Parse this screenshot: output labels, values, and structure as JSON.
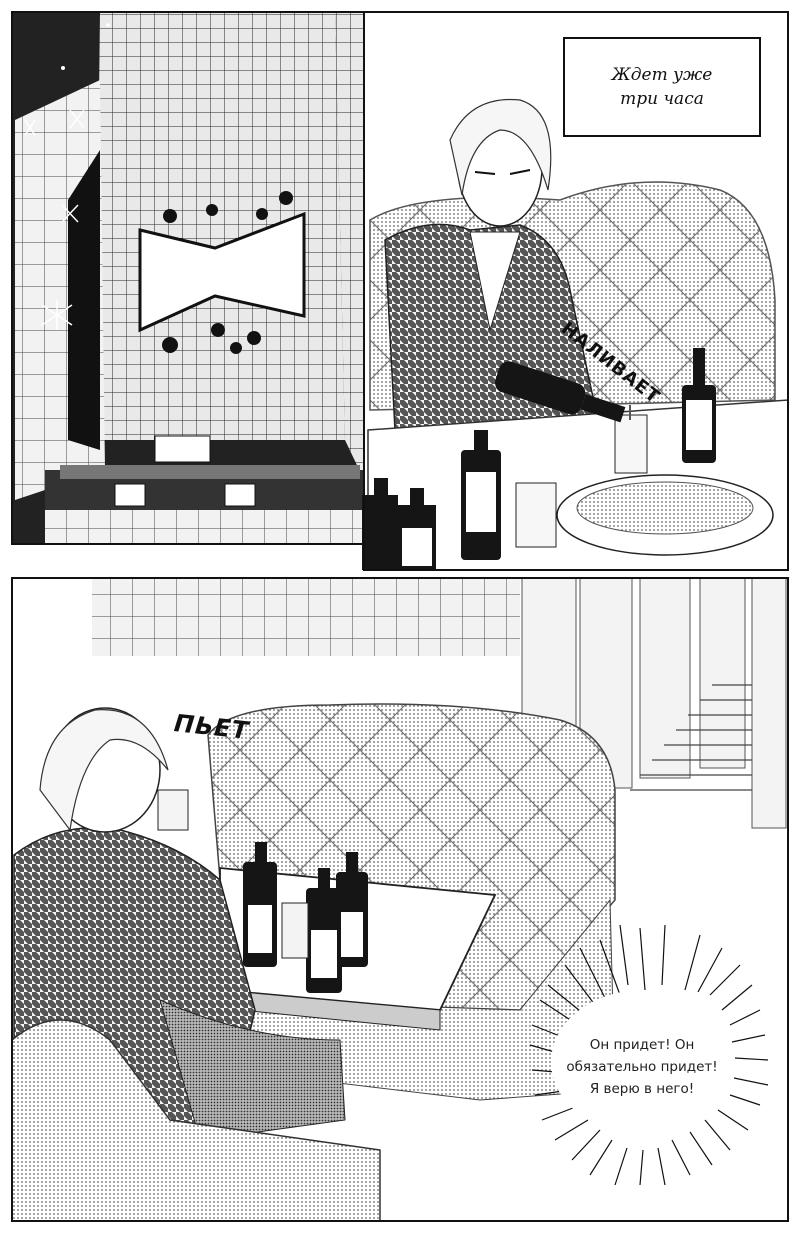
{
  "caption": {
    "text": "Ждет уже\nтри часа"
  },
  "sfx": {
    "pour": "НАЛИВАЕТ",
    "drink": "ПЬЕТ"
  },
  "thought": {
    "text": "Он придет! Он\nобязательно придет!\nЯ верю в него!"
  },
  "colors": {
    "ink": "#111111",
    "paper": "#ffffff",
    "screentone": "#d8d8d8"
  }
}
